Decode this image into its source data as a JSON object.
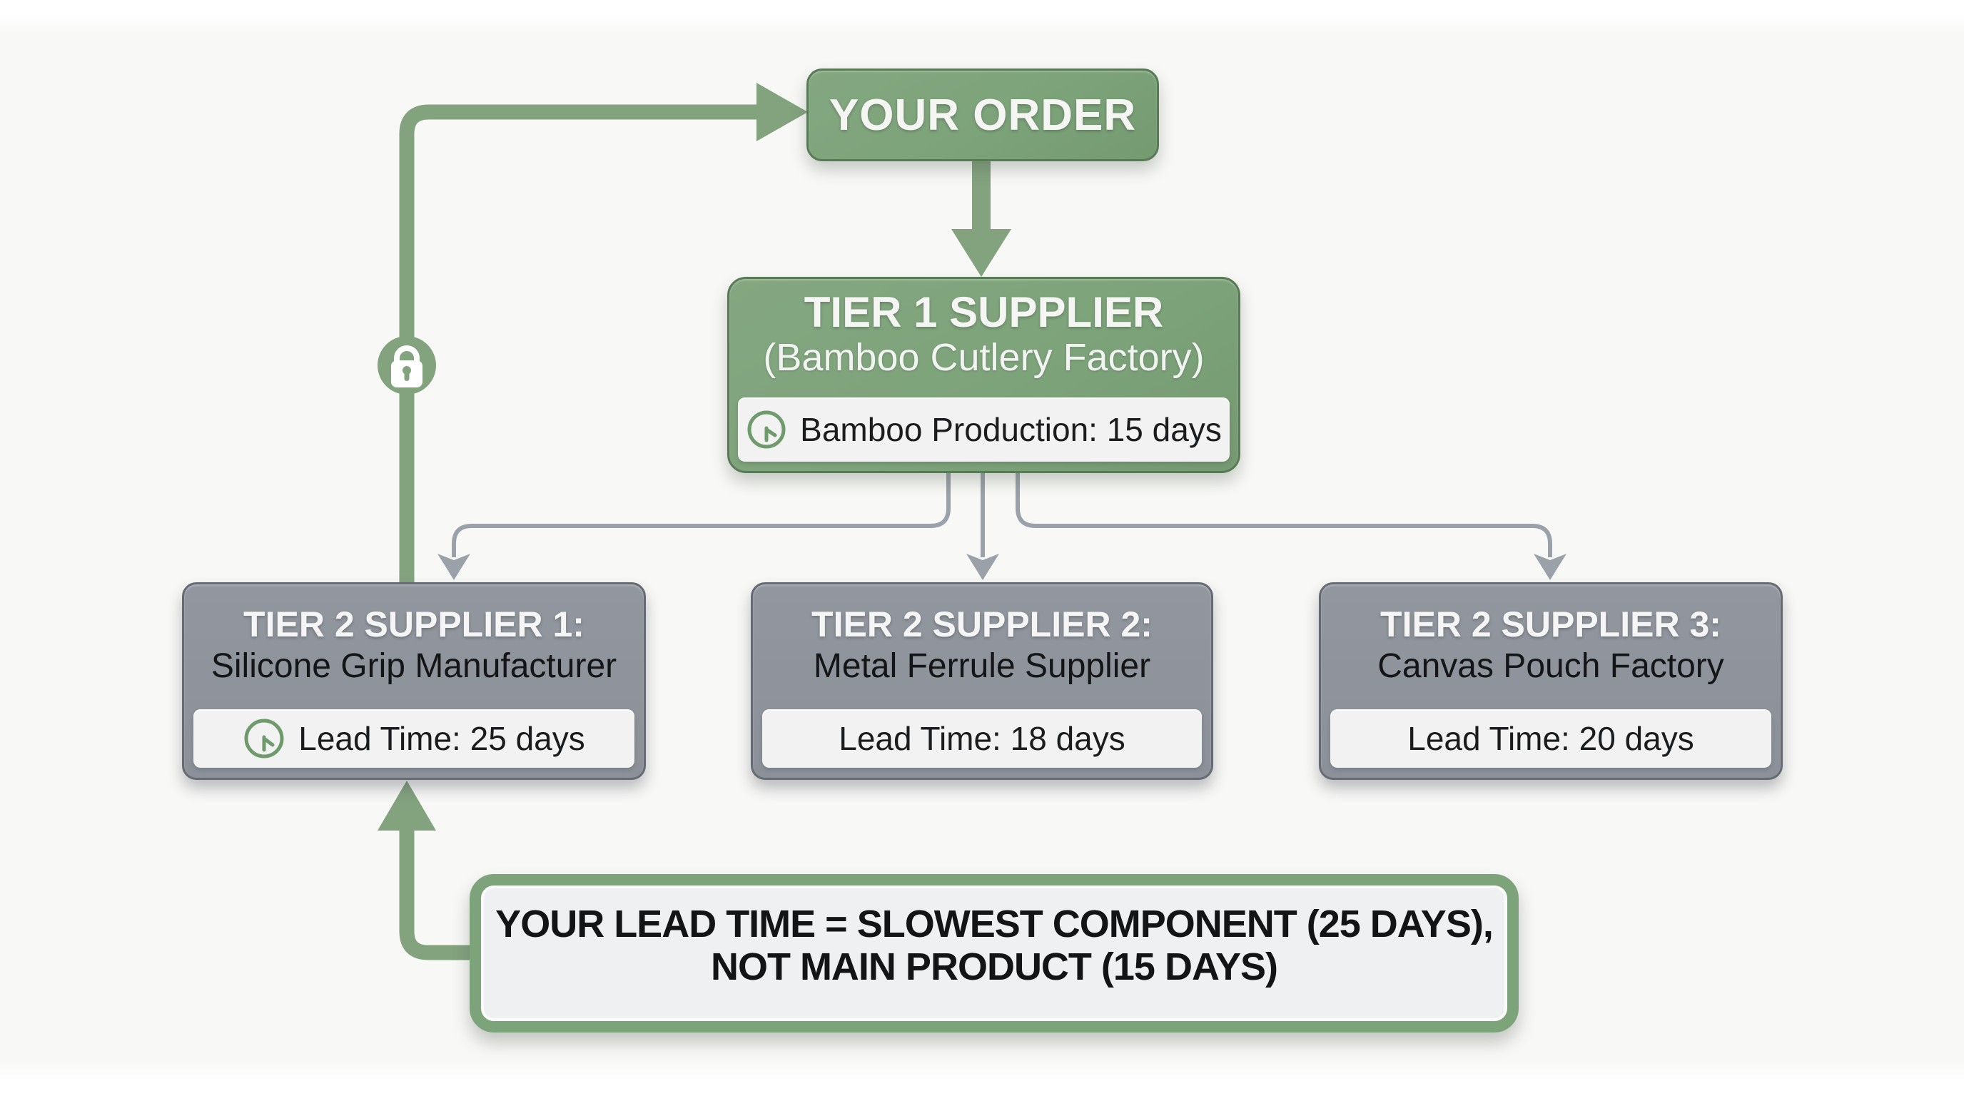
{
  "diagram": {
    "order": {
      "label": "YOUR ORDER"
    },
    "tier1": {
      "title": "TIER 1 SUPPLIER",
      "subtitle": "(Bamboo Cutlery Factory)",
      "badge": {
        "icon": "clock-icon",
        "text": "Bamboo Production: 15 days"
      }
    },
    "tier2": [
      {
        "title": "TIER 2 SUPPLIER 1:",
        "subtitle": "Silicone Grip Manufacturer",
        "badge": {
          "icon": "clock-icon",
          "text": "Lead Time: 25 days"
        }
      },
      {
        "title": "TIER 2 SUPPLIER 2:",
        "subtitle": "Metal Ferrule Supplier",
        "badge": {
          "text": "Lead Time: 18 days"
        }
      },
      {
        "title": "TIER 2 SUPPLIER 3:",
        "subtitle": "Canvas Pouch Factory",
        "badge": {
          "text": "Lead Time: 20 days"
        }
      }
    ],
    "note": {
      "line1": "YOUR LEAD TIME = SLOWEST COMPONENT (25 DAYS),",
      "line2": "NOT MAIN PRODUCT (15 DAYS)"
    },
    "icons": {
      "lock": "lock-icon",
      "clock": "clock-icon"
    },
    "colors": {
      "background": "#f8f8f6",
      "green_fill": "#7da37a",
      "green_border": "#587a55",
      "green_line": "#83a37f",
      "gray_fill": "#8d929b",
      "gray_border": "#666b73",
      "gray_line": "#9aa1a9",
      "strip_fill": "#f1f2f1",
      "note_fill": "#eff0f1",
      "title_white": "#f5f6f4",
      "text_dark": "#141517"
    }
  }
}
